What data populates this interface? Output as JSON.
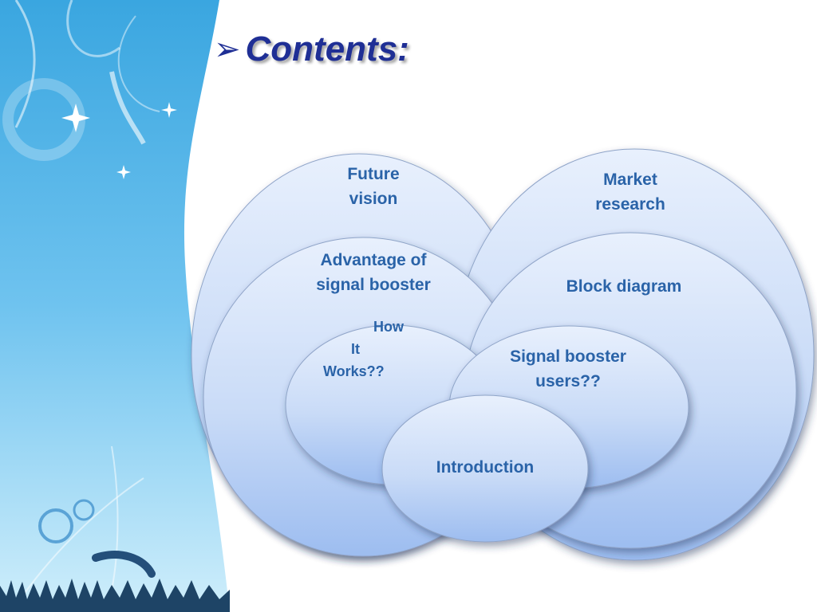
{
  "slide": {
    "title": "Contents:",
    "title_bullet": "➢",
    "accent_color": "#1f2f95",
    "label_color": "#2a63a8"
  },
  "diagram": {
    "future_vision": [
      "Future",
      "vision"
    ],
    "market_research": [
      "Market",
      "research"
    ],
    "advantage": [
      "Advantage of",
      "signal booster"
    ],
    "block_diagram": "Block diagram",
    "how_it_works": [
      "How",
      "It",
      "Works??"
    ],
    "signal_users": [
      "Signal booster",
      "users??"
    ],
    "introduction": "Introduction"
  }
}
